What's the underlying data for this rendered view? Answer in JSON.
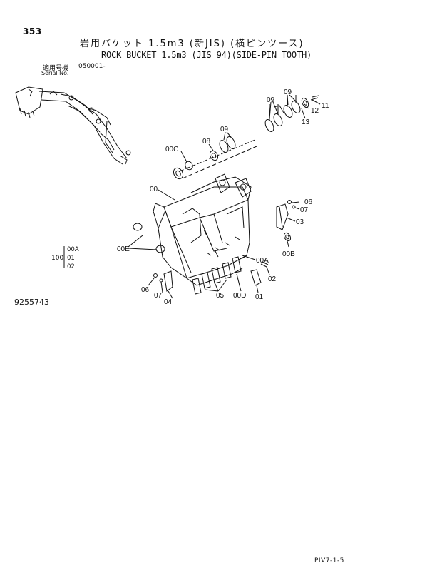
{
  "page_number": "353",
  "title_jp": "岩用バケット 1.5m3 (新JIS) (横ピンツース)",
  "title_en": "ROCK BUCKET 1.5m3 (JIS 94)(SIDE-PIN TOOTH)",
  "serial": {
    "label_jp": "適用号機",
    "label_en": "Serial No.",
    "value": "050001-"
  },
  "quantity_block": {
    "qty": "100",
    "items": [
      "00A",
      "01",
      "02"
    ]
  },
  "drawing_number": "9255743",
  "footer_code": "PIV7-1-5",
  "part_labels": {
    "p09a": "09",
    "p09b": "09",
    "p09c": "09",
    "p11": "11",
    "p12": "12",
    "p13": "13",
    "p08": "08",
    "p00c": "00C",
    "p00": "00",
    "p06a": "06",
    "p07a": "07",
    "p03": "03",
    "p00b": "00B",
    "p00e": "00E",
    "p00a": "00A",
    "p02": "02",
    "p06b": "06",
    "p07b": "07",
    "p04": "04",
    "p05": "05",
    "p00d": "00D",
    "p01": "01"
  }
}
